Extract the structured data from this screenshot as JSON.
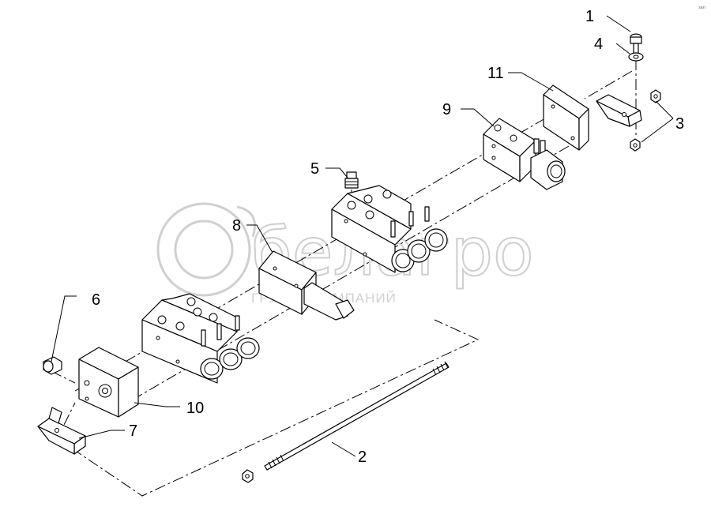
{
  "watermark": {
    "brand": "белагро",
    "tagline": "ГРУППА КОМПАНИЙ"
  },
  "corner_mark": "зап",
  "callouts": {
    "c1": "1",
    "c2": "2",
    "c3": "3",
    "c4": "4",
    "c5": "5",
    "c6": "6",
    "c7": "7",
    "c8": "8",
    "c9": "9",
    "c10": "10",
    "c11": "11"
  }
}
